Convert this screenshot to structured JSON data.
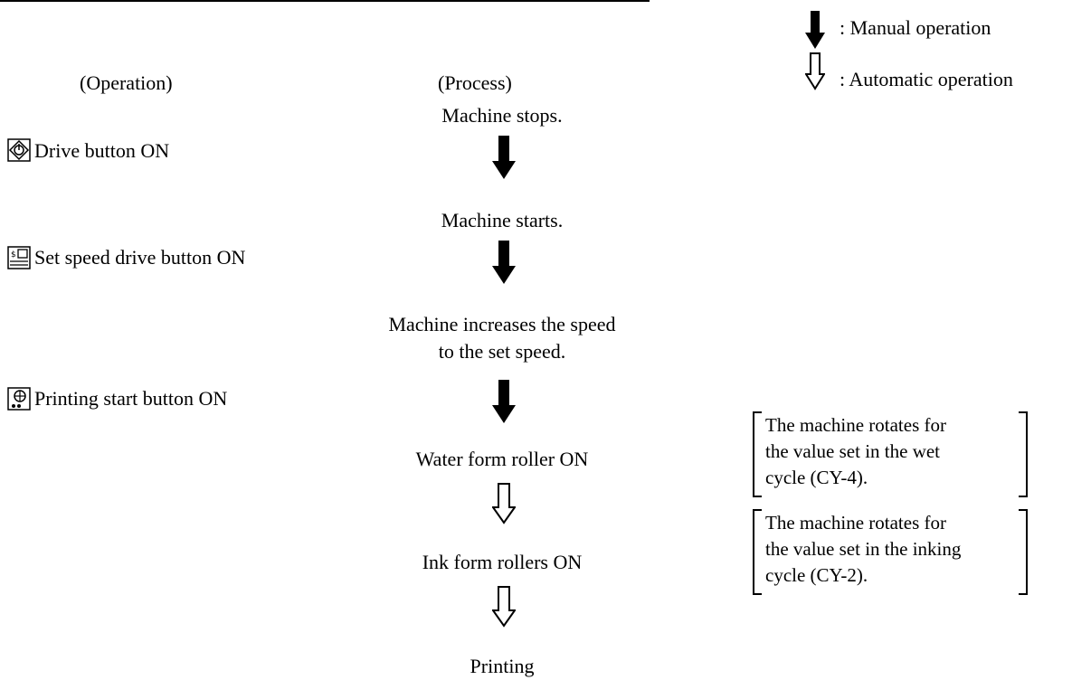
{
  "legend": {
    "manual_label": ": Manual operation",
    "manual_icon": "solid-down-arrow-icon",
    "automatic_label": ": Automatic operation",
    "automatic_icon": "hollow-down-arrow-icon"
  },
  "headers": {
    "operation": "(Operation)",
    "process": "(Process)"
  },
  "operations": [
    {
      "label": "Drive button ON",
      "icon": "drive-button-icon"
    },
    {
      "label": "Set speed drive button ON",
      "icon": "set-speed-drive-button-icon"
    },
    {
      "label": "Printing start button ON",
      "icon": "printing-start-button-icon"
    }
  ],
  "process": {
    "step1": "Machine stops.",
    "step2": "Machine starts.",
    "step3_line1": "Machine increases the speed",
    "step3_line2": "to the set speed.",
    "step4": "Water form roller ON",
    "step5": "Ink form rollers ON",
    "step6": "Printing"
  },
  "notes": [
    {
      "line1": "The machine rotates for",
      "line2": "the value set  in the wet",
      "line3": "cycle (CY-4)."
    },
    {
      "line1": "The machine rotates for",
      "line2": "the value set  in the inking",
      "line3": "cycle (CY-2)."
    }
  ]
}
